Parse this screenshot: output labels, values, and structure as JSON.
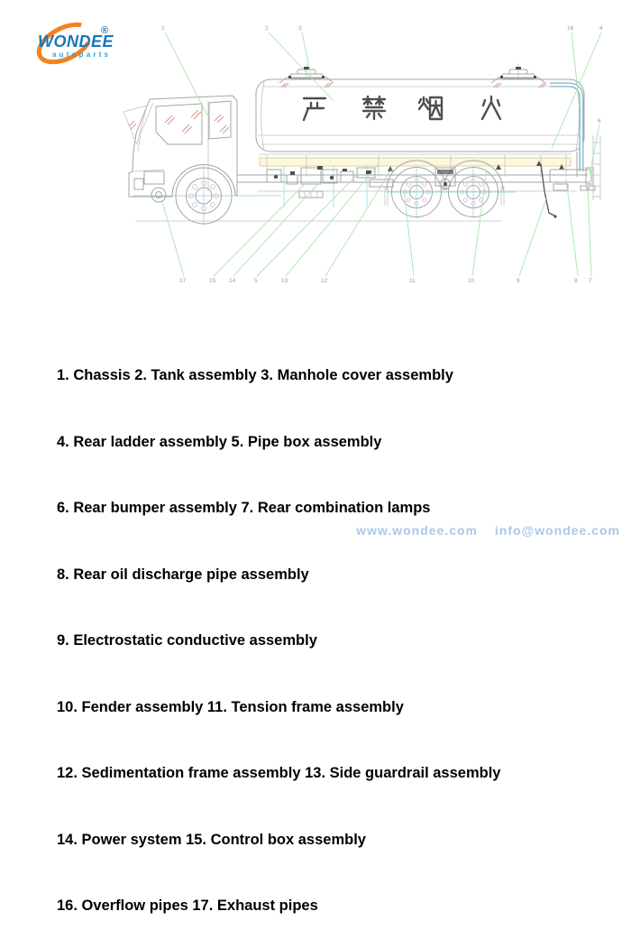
{
  "logo": {
    "name": "WONDEE",
    "registered": "®",
    "tagline": "autoparts"
  },
  "diagram": {
    "tank_marking": "严禁烟火",
    "callouts": [
      "1",
      "2",
      "3",
      "16",
      "4",
      "6",
      "17",
      "15",
      "14",
      "5",
      "13",
      "12",
      "11",
      "10",
      "9",
      "8",
      "7"
    ]
  },
  "parts_list": {
    "lines": [
      "1. Chassis 2. Tank assembly 3. Manhole cover assembly",
      "4. Rear ladder assembly 5. Pipe box assembly",
      "6. Rear bumper assembly 7. Rear combination lamps",
      "8. Rear oil discharge pipe assembly",
      "9. Electrostatic conductive assembly",
      "10. Fender assembly 11. Tension frame assembly",
      "12. Sedimentation frame assembly 13. Side guardrail assembly",
      "14. Power system 15. Control box assembly",
      "16. Overflow pipes 17. Exhaust pipes"
    ]
  },
  "footer": {
    "website": "www.wondee.com",
    "email": "info@wondee.com"
  },
  "colors": {
    "logo_orange": "#f4821f",
    "logo_blue": "#1779ba",
    "leader_green": "#a9e6a9",
    "centerline_cyan": "#a5dde8",
    "footer_blue": "#aac8e9"
  }
}
